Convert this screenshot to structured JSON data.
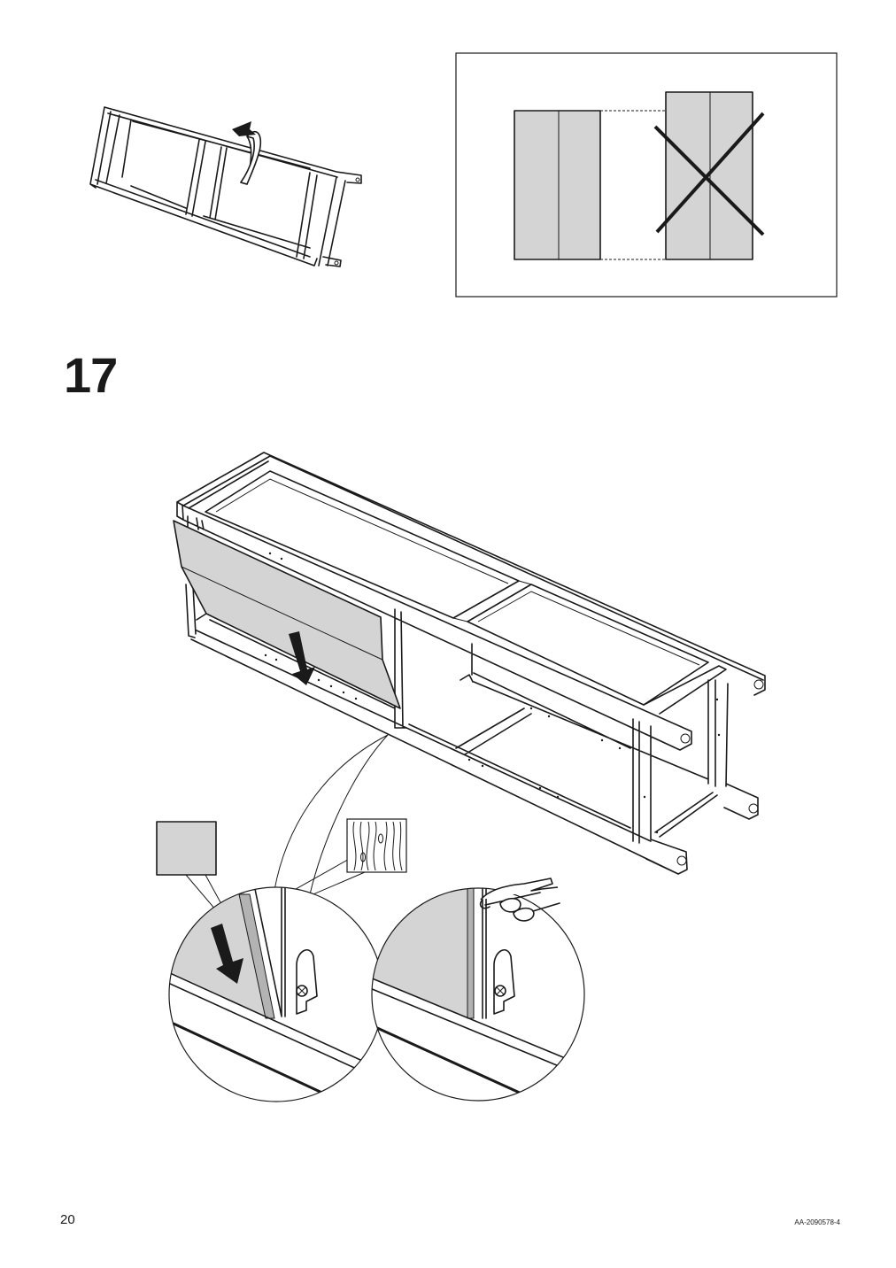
{
  "page": {
    "step_number": "17",
    "page_number": "20",
    "document_code": "AA-2090578-4"
  },
  "colors": {
    "ink": "#1a1a1a",
    "panel_gray": "#d4d4d4",
    "panel_edge_gray": "#b3b3b3",
    "background": "#ffffff"
  },
  "icons": {
    "flip_arrow": "curved-arrow-icon",
    "insert_arrow": "down-arrow-icon",
    "wrong_orientation": "cross-mark-icon",
    "finished_side": "wood-grain-icon",
    "press_in": "hand-pointing-icon"
  }
}
